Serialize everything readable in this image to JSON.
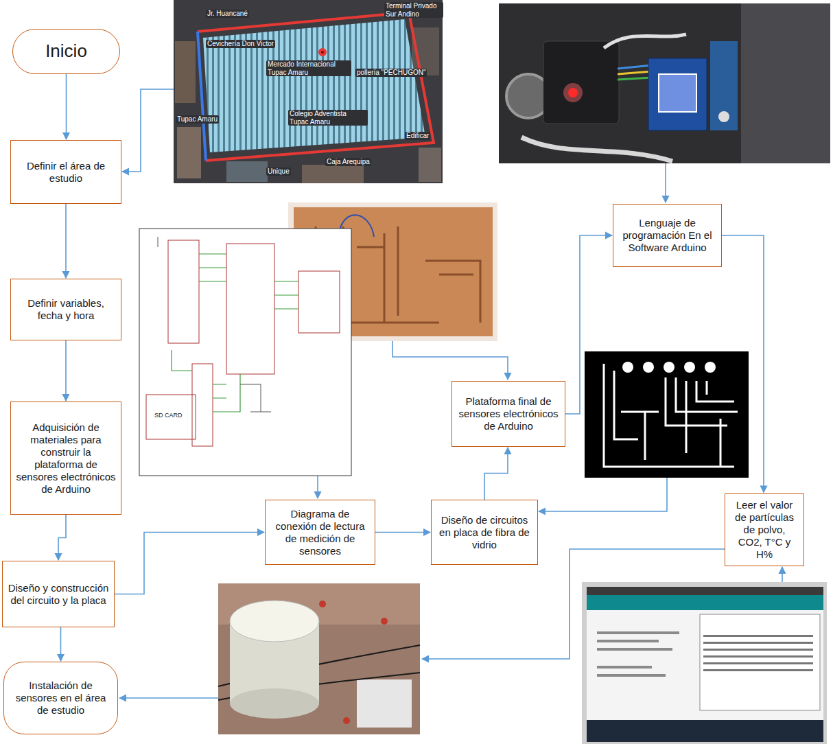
{
  "diagram": {
    "nodes": [
      {
        "text": [
          "Inicio"
        ]
      },
      {
        "text": [
          "Definir el área de estudio"
        ]
      },
      {
        "text": [
          "Definir variables, fecha y hora"
        ]
      },
      {
        "text": [
          "Adquisición de materiales para construir la plataforma de sensores electrónicos de Arduino"
        ]
      },
      {
        "text": [
          "Diseño y construcción del circuito y la placa"
        ]
      },
      {
        "text": [
          "Instalación de sensores en el área de estudio"
        ]
      },
      {
        "text": [
          "Diagrama de conexión de lectura de medición de sensores"
        ]
      },
      {
        "text": [
          "Diseño de circuitos en placa de fibra de vidrio"
        ]
      },
      {
        "text": [
          "Plataforma final de sensores electrónicos de Arduino"
        ]
      },
      {
        "text": [
          "Lenguaje de programación En el Software Arduino"
        ]
      },
      {
        "text": [
          "Leer el valor de partículas de polvo, CO2, T°C y H%"
        ]
      }
    ],
    "edges": [
      {
        "from": 0,
        "to": 1,
        "arrow": "to"
      },
      {
        "from": 1,
        "to": 2,
        "arrow": "to"
      },
      {
        "from": 2,
        "to": 3,
        "arrow": "to"
      },
      {
        "from": 3,
        "to": 4,
        "arrow": "to"
      },
      {
        "from": 4,
        "to": 5,
        "arrow": "to"
      },
      {
        "from": 4,
        "to": 6,
        "arrow": "to"
      },
      {
        "from": 6,
        "to": 7,
        "arrow": "to"
      },
      {
        "from": 7,
        "to": 8,
        "arrow": "to"
      },
      {
        "from": 8,
        "to": 9,
        "arrow": "to"
      },
      {
        "from": 9,
        "to": 10,
        "arrow": "to"
      }
    ],
    "labels": [
      "Jr. Huancané",
      "Terminal Privado Sur Andino",
      "Cevichería Don Victor",
      "Mercado Internacional Tupac Amaru",
      "pollería \"PECHUGON\"",
      "Colegio Adventista Tupac Amaru",
      "Tupac Amaru",
      "Edificar",
      "Unique",
      "Caja Arequipa",
      "SD CARD"
    ]
  }
}
